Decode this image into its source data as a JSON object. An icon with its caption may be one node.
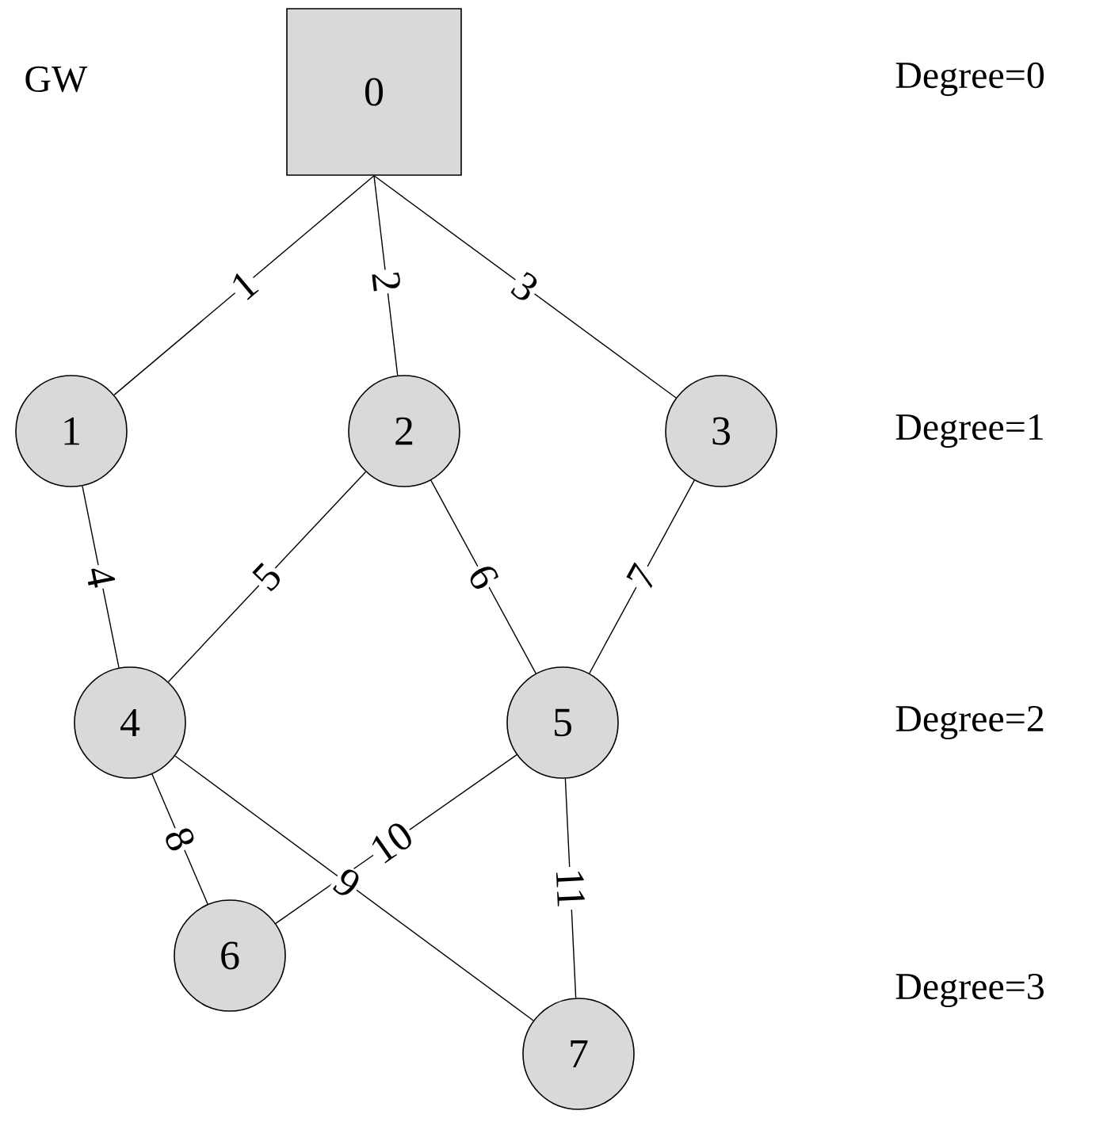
{
  "diagram": {
    "nodes": [
      {
        "text": [
          "0"
        ]
      },
      {
        "text": [
          "1"
        ]
      },
      {
        "text": [
          "2"
        ]
      },
      {
        "text": [
          "3"
        ]
      },
      {
        "text": [
          "4"
        ]
      },
      {
        "text": [
          "5"
        ]
      },
      {
        "text": [
          "6"
        ]
      },
      {
        "text": [
          "7"
        ]
      }
    ],
    "edges": [
      {
        "from": 0,
        "to": 1,
        "arrow": "none",
        "label": "1"
      },
      {
        "from": 0,
        "to": 2,
        "arrow": "none",
        "label": "2"
      },
      {
        "from": 0,
        "to": 3,
        "arrow": "none",
        "label": "3"
      },
      {
        "from": 1,
        "to": 4,
        "arrow": "none",
        "label": "4"
      },
      {
        "from": 2,
        "to": 4,
        "arrow": "none",
        "label": "5"
      },
      {
        "from": 2,
        "to": 5,
        "arrow": "none",
        "label": "6"
      },
      {
        "from": 3,
        "to": 5,
        "arrow": "none",
        "label": "7"
      },
      {
        "from": 4,
        "to": 6,
        "arrow": "none",
        "label": "8"
      },
      {
        "from": 4,
        "to": 7,
        "arrow": "none",
        "label": "9"
      },
      {
        "from": 5,
        "to": 6,
        "arrow": "none",
        "label": "10"
      },
      {
        "from": 5,
        "to": 7,
        "arrow": "none",
        "label": "11"
      }
    ],
    "labels": [
      "GW",
      "Degree=0",
      "Degree=1",
      "Degree=2",
      "Degree=3"
    ]
  }
}
